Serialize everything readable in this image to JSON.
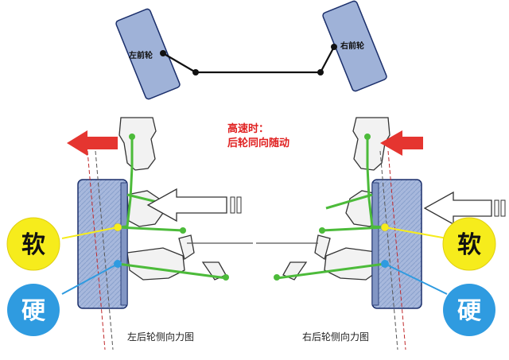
{
  "top_diagram": {
    "left_wheel_label": "左前轮",
    "right_wheel_label": "右前轮"
  },
  "annotation": {
    "line1": "高速时：",
    "line2": "后轮同向随动"
  },
  "captions": {
    "left": "左后轮侧向力图",
    "right": "右后轮侧向力图"
  },
  "badges": {
    "soft": "软",
    "hard": "硬"
  },
  "colors": {
    "wheel_fill": "#9fb2d8",
    "wheel_stroke": "#1b2f6b",
    "link_green": "#4cbb3a",
    "soft_badge": "#f6ec1c",
    "hard_badge": "#2f9be0",
    "force_arrow_red": "#e53530",
    "annotation_red": "#e02020"
  }
}
